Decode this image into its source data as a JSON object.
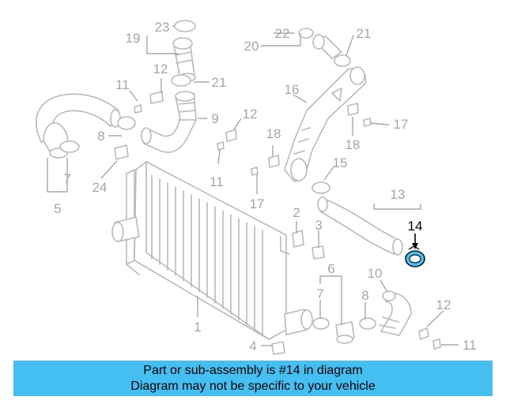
{
  "callouts": {
    "c1": "1",
    "c2": "2",
    "c3": "3",
    "c4": "4",
    "c5": "5",
    "c6": "6",
    "c7a": "7",
    "c7b": "7",
    "c8a": "8",
    "c8b": "8",
    "c9": "9",
    "c10": "10",
    "c11a": "11",
    "c11b": "11",
    "c11c": "11",
    "c12a": "12",
    "c12b": "12",
    "c12c": "12",
    "c13": "13",
    "c14": "14",
    "c15": "15",
    "c16": "16",
    "c17a": "17",
    "c17b": "17",
    "c18a": "18",
    "c18b": "18",
    "c19": "19",
    "c20": "20",
    "c21a": "21",
    "c21b": "21",
    "c22": "22",
    "c23": "23",
    "c24": "24"
  },
  "caption": {
    "line1": "Part or sub-assembly is #14 in diagram",
    "line2": "Diagram may not be specific to your vehicle"
  },
  "colors": {
    "highlight_part": "#45bff2",
    "caption_background": "#45bff2",
    "line_art": "#b9b9b9",
    "callout_text": "#a6a6a6"
  },
  "highlighted_part": "14"
}
